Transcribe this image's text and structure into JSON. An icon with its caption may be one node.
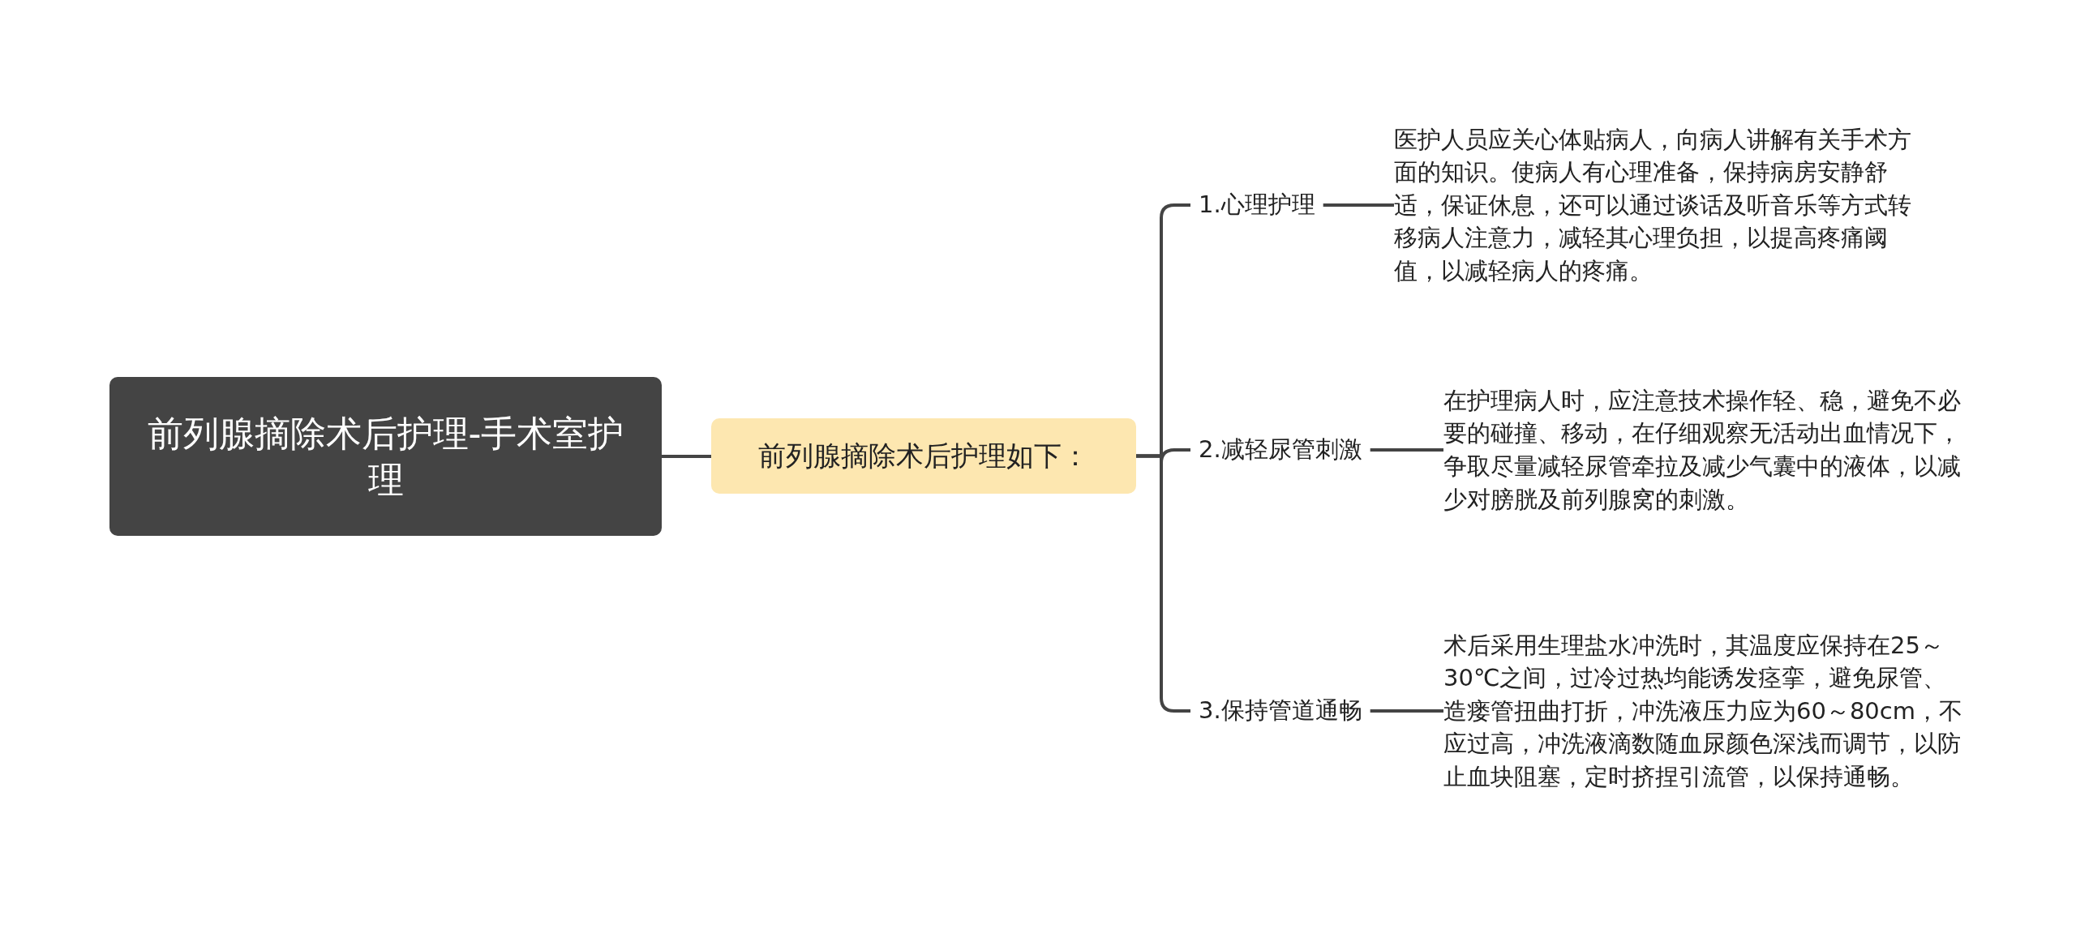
{
  "diagram": {
    "nodes": [
      {
        "text": [
          "前列腺摘除术后护理-手术室护理"
        ]
      },
      {
        "text": [
          "前列腺摘除术后护理如下："
        ]
      },
      {
        "text": [
          "1.心理护理"
        ]
      },
      {
        "text": [
          "医护人员应关心体贴病人，向病人讲解有关手术方面的知识。使病人有心理准备，保持病房安静舒适，保证休息，还可以通过谈话及听音乐等方式转移病人注意力，减轻其心理负担，以提高疼痛阈值，以减轻病人的疼痛。"
        ]
      },
      {
        "text": [
          "2.减轻尿管刺激"
        ]
      },
      {
        "text": [
          "在护理病人时，应注意技术操作轻、稳，避免不必要的碰撞、移动，在仔细观察无活动出血情况下，争取尽量减轻尿管牵拉及减少气囊中的液体，以减少对膀胱及前列腺窝的刺激。"
        ]
      },
      {
        "text": [
          "3.保持管道通畅"
        ]
      },
      {
        "text": [
          "术后采用生理盐水冲洗时，其温度应保持在25～30℃之间，过冷过热均能诱发痉挛，避免尿管、造瘘管扭曲打折，冲洗液压力应为60～80cm，不应过高，冲洗液滴数随血尿颜色深浅而调节，以防止血块阻塞，定时挤捏引流管，以保持通畅。"
        ]
      }
    ],
    "edges": [
      {
        "from": 0,
        "to": 1,
        "arrow": "none"
      },
      {
        "from": 1,
        "to": 2,
        "arrow": "none"
      },
      {
        "from": 2,
        "to": 3,
        "arrow": "none"
      },
      {
        "from": 1,
        "to": 4,
        "arrow": "none"
      },
      {
        "from": 4,
        "to": 5,
        "arrow": "none"
      },
      {
        "from": 1,
        "to": 6,
        "arrow": "none"
      },
      {
        "from": 6,
        "to": 7,
        "arrow": "none"
      }
    ]
  }
}
